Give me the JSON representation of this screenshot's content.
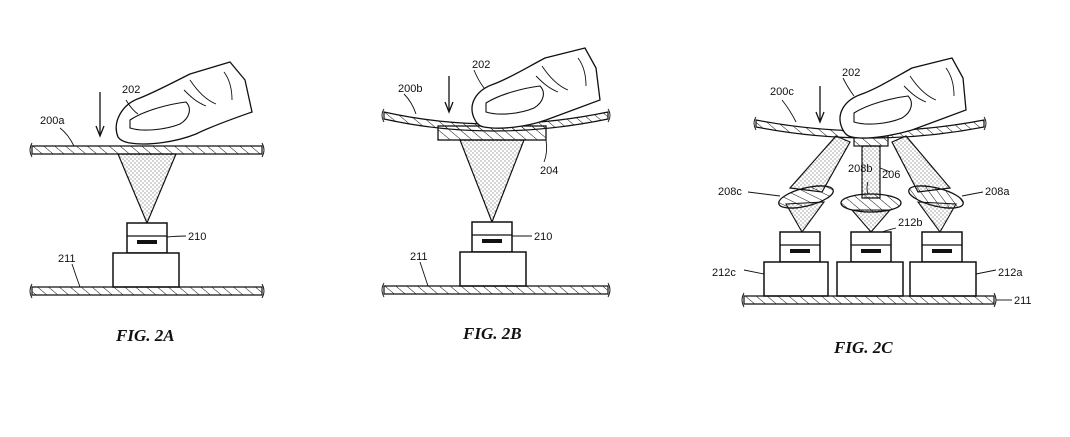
{
  "figures": {
    "a": {
      "caption": "FIG. 2A",
      "labels": {
        "cover": "200a",
        "finger": "202",
        "sensor": "210",
        "substrate": "211"
      }
    },
    "b": {
      "caption": "FIG. 2B",
      "labels": {
        "cover": "200b",
        "finger": "202",
        "pad": "204",
        "sensor": "210",
        "substrate": "211"
      }
    },
    "c": {
      "caption": "FIG. 2C",
      "labels": {
        "cover": "200c",
        "finger": "202",
        "post": "206",
        "lens_left": "208c",
        "lens_mid": "208b",
        "lens_right": "208a",
        "sensor_left": "212c",
        "sensor_mid": "212b",
        "sensor_right": "212a",
        "substrate": "211"
      }
    }
  }
}
